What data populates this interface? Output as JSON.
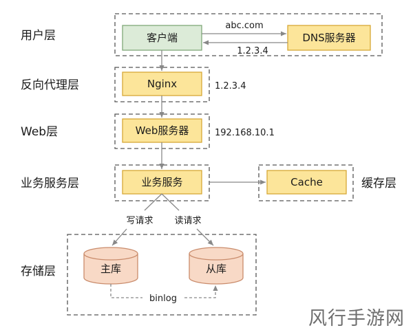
{
  "layers": {
    "user": "用户层",
    "proxy": "反向代理层",
    "web": "Web层",
    "business": "业务服务层",
    "cache": "缓存层",
    "storage": "存储层"
  },
  "nodes": {
    "client": "客户端",
    "dns": "DNS服务器",
    "nginx": "Nginx",
    "web_server": "Web服务器",
    "business_service": "业务服务",
    "cache": "Cache",
    "master_db": "主库",
    "slave_db": "从库"
  },
  "edge_labels": {
    "dns_query": "abc.com",
    "dns_reply": "1.2.3.4",
    "nginx_ip": "1.2.3.4",
    "web_ip": "192.168.10.1",
    "write": "写请求",
    "read": "读请求",
    "replication": "binlog"
  },
  "watermark": "风行手游网",
  "colors": {
    "client_fill": "#dcebd8",
    "client_stroke": "#7fa878",
    "yellow_fill": "#fce59a",
    "yellow_stroke": "#d6a736",
    "db_fill": "#f8d9c6",
    "db_stroke": "#c98b6b",
    "dashed": "#555555",
    "arrow": "#888888"
  }
}
